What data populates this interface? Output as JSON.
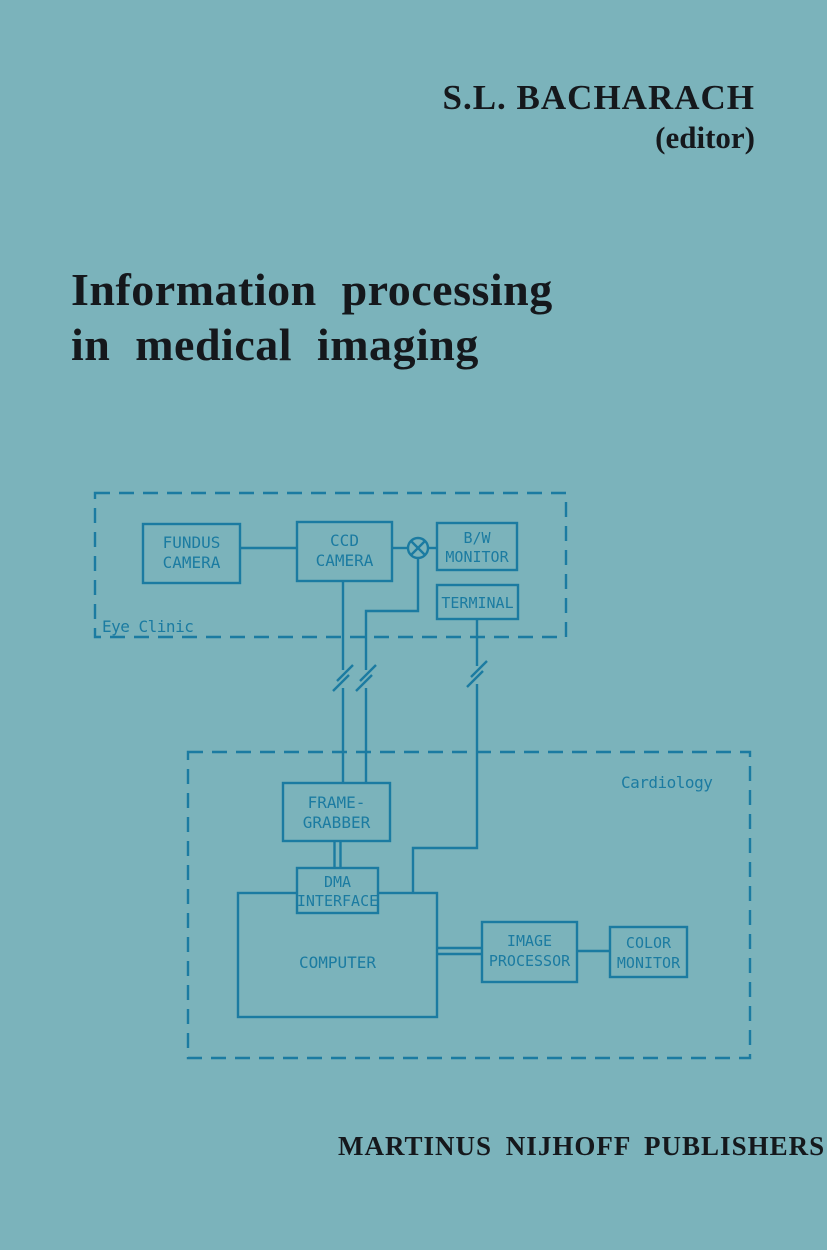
{
  "cover": {
    "author": "S.L. BACHARACH",
    "editor_note": "(editor)",
    "title_line1": "Information processing",
    "title_line2": "in medical imaging",
    "publisher": "MARTINUS NIJHOFF PUBLISHERS"
  },
  "diagram": {
    "regions": {
      "eye_clinic": "Eye Clinic",
      "cardiology": "Cardiology"
    },
    "nodes": {
      "fundus_camera": {
        "line1": "FUNDUS",
        "line2": "CAMERA"
      },
      "ccd_camera": {
        "line1": "CCD",
        "line2": "CAMERA"
      },
      "bw_monitor": {
        "line1": "B/W",
        "line2": "MONITOR"
      },
      "terminal": {
        "label": "TERMINAL"
      },
      "frame_grabber": {
        "line1": "FRAME-",
        "line2": "GRABBER"
      },
      "dma_interface": {
        "line1": "DMA",
        "line2": "INTERFACE"
      },
      "computer": {
        "label": "COMPUTER"
      },
      "image_processor": {
        "line1": "IMAGE",
        "line2": "PROCESSOR"
      },
      "color_monitor": {
        "line1": "COLOR",
        "line2": "MONITOR"
      }
    },
    "symbols": {
      "mixer": "crossed-circle"
    },
    "colors": {
      "background": "#7bb3bb",
      "diagram_line": "#1b7ba1",
      "ink": "#15181c"
    }
  }
}
